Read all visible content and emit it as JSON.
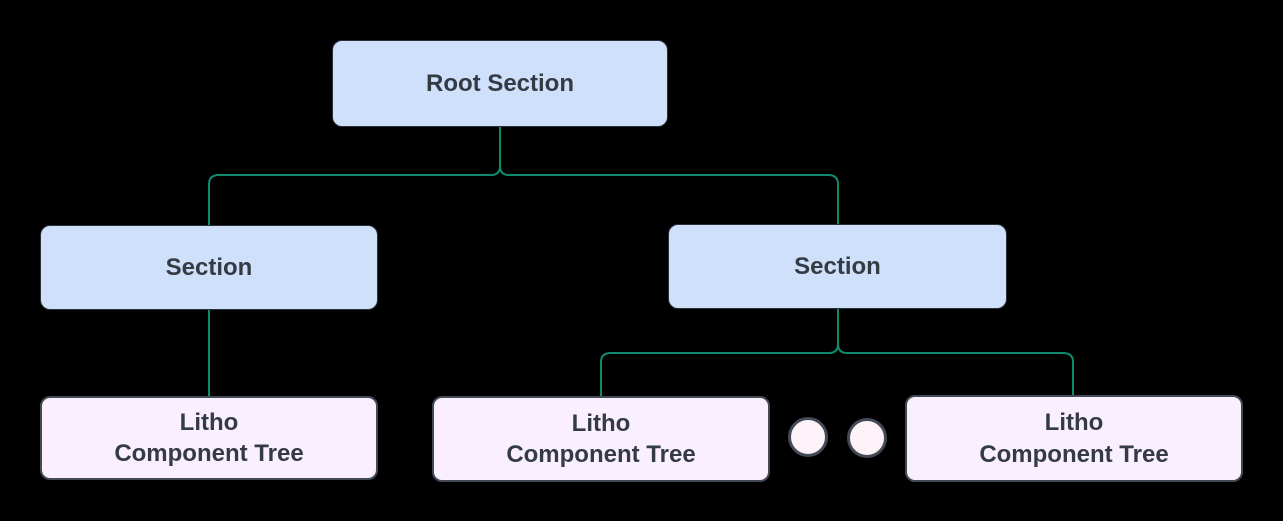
{
  "canvas": {
    "background": "#000000"
  },
  "colors": {
    "canvas_bg": "#000000",
    "section_fill": "#cfe1fa",
    "section_border": "#2a3039",
    "litho_fill": "#faf0fd",
    "litho_border": "#434a56",
    "dot_fill": "#fdf2f7",
    "dot_border": "#434a56",
    "edge": "#0f8a6c",
    "text": "#343b44"
  },
  "diagram": {
    "type": "tree",
    "nodes": {
      "root": {
        "label": "Root Section"
      },
      "section_left": {
        "label": "Section"
      },
      "section_right": {
        "label": "Section"
      },
      "litho_left": {
        "label": "Litho\nComponent Tree"
      },
      "litho_middle": {
        "label": "Litho\nComponent Tree"
      },
      "litho_right": {
        "label": "Litho\nComponent Tree"
      }
    },
    "ellipsis_dots": 2,
    "edges": [
      {
        "from": "root",
        "to": "section_left"
      },
      {
        "from": "root",
        "to": "section_right"
      },
      {
        "from": "section_left",
        "to": "litho_left"
      },
      {
        "from": "section_right",
        "to": "litho_middle"
      },
      {
        "from": "section_right",
        "to": "litho_right"
      }
    ]
  }
}
